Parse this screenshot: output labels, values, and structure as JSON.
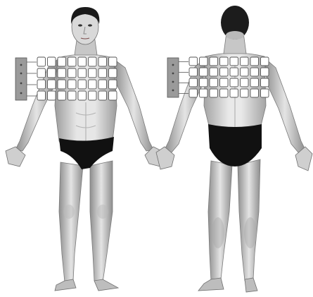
{
  "scene": {
    "views": [
      {
        "id": "front",
        "name": "front-view"
      },
      {
        "id": "back",
        "name": "back-view"
      }
    ],
    "garment": {
      "kind": "electrode grid vest",
      "grid_rows": 4,
      "grid_cols_front": 8,
      "grid_cols_back": 8
    },
    "colors": {
      "background": "#ffffff",
      "skin_light": "#ececec",
      "skin_mid": "#c9c9c9",
      "skin_dark": "#8a8a8a",
      "hair": "#1a1a1a",
      "briefs": "#111111",
      "grid_line": "#555555",
      "grid_fill": "#ffffff",
      "connector": "#9a9a9a"
    }
  }
}
